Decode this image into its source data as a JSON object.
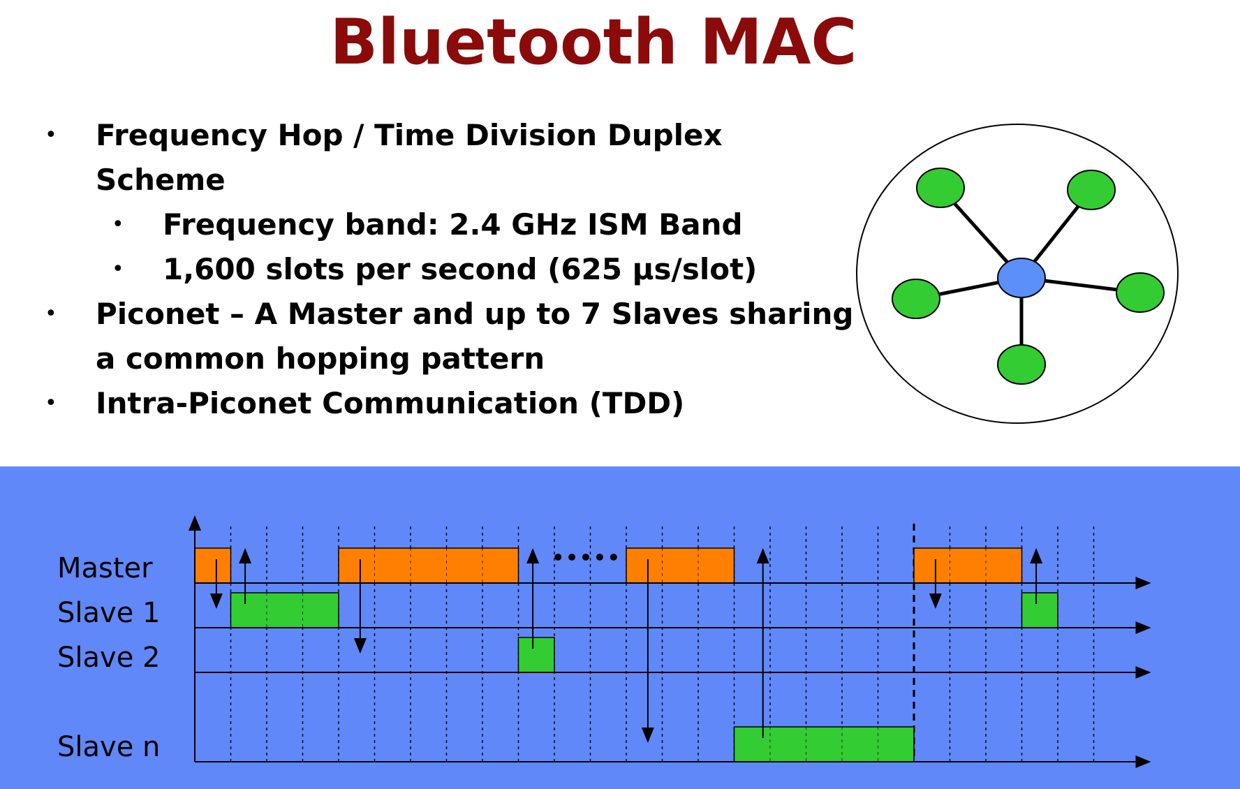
{
  "slide": {
    "title": "Bluetooth MAC",
    "title_color": "#8b0a0a",
    "bullets": [
      {
        "level": 1,
        "lines": [
          "Frequency Hop / Time Division Duplex",
          "Scheme"
        ]
      },
      {
        "level": 2,
        "lines": [
          "Frequency band: 2.4 GHz ISM Band"
        ]
      },
      {
        "level": 2,
        "lines": [
          "1,600 slots per second (625 µs/slot)"
        ]
      },
      {
        "level": 1,
        "lines": [
          "Piconet – A Master and up to 7 Slaves sharing",
          "a common hopping pattern"
        ]
      },
      {
        "level": 1,
        "lines": [
          "Intra-Piconet Communication (TDD)"
        ]
      }
    ],
    "bullet_glyph": "•"
  },
  "piconet_diagram": {
    "master_color": "#5b8ff9",
    "slave_color": "#33cc33",
    "master_count": 1,
    "slave_count": 5
  },
  "timing_diagram": {
    "background": "#6088f8",
    "master_packet_color": "#ff8000",
    "slave_packet_color": "#33cc33",
    "ellipsis": "•••••",
    "rows": [
      {
        "label": "Master"
      },
      {
        "label": "Slave 1"
      },
      {
        "label": "Slave 2"
      },
      {
        "label": "Slave n"
      }
    ],
    "slot_count": 25,
    "frame_boundary_slot": 20,
    "packets": [
      {
        "row": 0,
        "start": 0,
        "slots": 1
      },
      {
        "row": 1,
        "start": 1,
        "slots": 3
      },
      {
        "row": 0,
        "start": 4,
        "slots": 5
      },
      {
        "row": 2,
        "start": 9,
        "slots": 1
      },
      {
        "row": 0,
        "start": 12,
        "slots": 3
      },
      {
        "row": 3,
        "start": 15,
        "slots": 5
      },
      {
        "row": 0,
        "start": 20,
        "slots": 3
      },
      {
        "row": 1,
        "start": 23,
        "slots": 1
      }
    ],
    "arrows": [
      {
        "slot": 0.6,
        "dir": "down",
        "from_row": 0,
        "to_row": 1
      },
      {
        "slot": 1.4,
        "dir": "up",
        "from_row": 1,
        "to_row": 0
      },
      {
        "slot": 4.6,
        "dir": "down",
        "from_row": 0,
        "to_row": 2
      },
      {
        "slot": 9.4,
        "dir": "up",
        "from_row": 2,
        "to_row": 0
      },
      {
        "slot": 12.6,
        "dir": "down",
        "from_row": 0,
        "to_row": 3
      },
      {
        "slot": 15.8,
        "dir": "up",
        "from_row": 3,
        "to_row": 0
      },
      {
        "slot": 20.6,
        "dir": "down",
        "from_row": 0,
        "to_row": 1
      },
      {
        "slot": 23.4,
        "dir": "up",
        "from_row": 1,
        "to_row": 0
      }
    ]
  }
}
